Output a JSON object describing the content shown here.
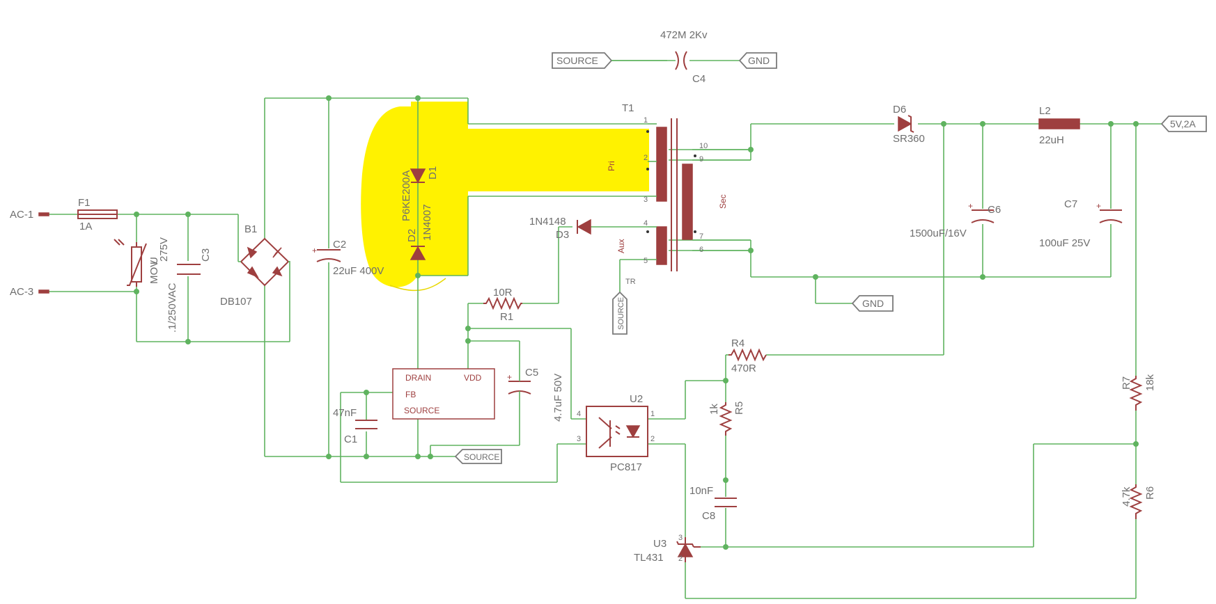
{
  "ports": {
    "ac1": "AC-1",
    "ac3": "AC-3",
    "source_top": "SOURCE",
    "gnd_top": "GND",
    "out": "5V,2A",
    "gnd_sec": "GND",
    "source_tr": "SOURCE",
    "source_bot": "SOURCE"
  },
  "c4": {
    "ref": "C4",
    "value": "472M 2Kv"
  },
  "f1": {
    "ref": "F1",
    "value": "1A"
  },
  "mov": {
    "ref": "MOV",
    "value": "275V",
    "u": "U"
  },
  "c3": {
    "ref": "C3",
    "value": ".1/250VAC"
  },
  "b1": {
    "ref": "B1",
    "value": "DB107"
  },
  "c2": {
    "ref": "C2",
    "value": "22uF 400V"
  },
  "d1": {
    "ref": "D1",
    "value": "P6KE200A"
  },
  "d2": {
    "ref": "D2",
    "value": "1N4007"
  },
  "t1": {
    "ref": "T1",
    "pri": "Pri",
    "sec": "Sec",
    "aux": "Aux",
    "tr": "TR",
    "pins": [
      "1",
      "2",
      "3",
      "4",
      "5",
      "10",
      "9",
      "7",
      "6"
    ]
  },
  "d3": {
    "ref": "D3",
    "value": "1N4148"
  },
  "r1": {
    "ref": "R1",
    "value": "10R"
  },
  "u1": {
    "drain": "DRAIN",
    "vdd": "VDD",
    "fb": "FB",
    "source": "SOURCE"
  },
  "c5": {
    "ref": "C5",
    "value": "4.7uF 50V"
  },
  "c1": {
    "ref": "C1",
    "value": "47nF"
  },
  "u2": {
    "ref": "U2",
    "value": "PC817",
    "pins": [
      "1",
      "2",
      "3",
      "4"
    ]
  },
  "d6": {
    "ref": "D6",
    "value": "SR360"
  },
  "l2": {
    "ref": "L2",
    "value": "22uH"
  },
  "c6": {
    "ref": "C6",
    "value": "1500uF/16V"
  },
  "c7": {
    "ref": "C7",
    "value": "100uF 25V"
  },
  "r4": {
    "ref": "R4",
    "value": "470R"
  },
  "r5": {
    "ref": "R5",
    "value": "1k"
  },
  "c8": {
    "ref": "C8",
    "value": "10nF"
  },
  "u3": {
    "ref": "U3",
    "value": "TL431",
    "pins": [
      "3",
      "2"
    ]
  },
  "r7": {
    "ref": "R7",
    "value": "18k"
  },
  "r6": {
    "ref": "R6",
    "value": "4.7k"
  }
}
